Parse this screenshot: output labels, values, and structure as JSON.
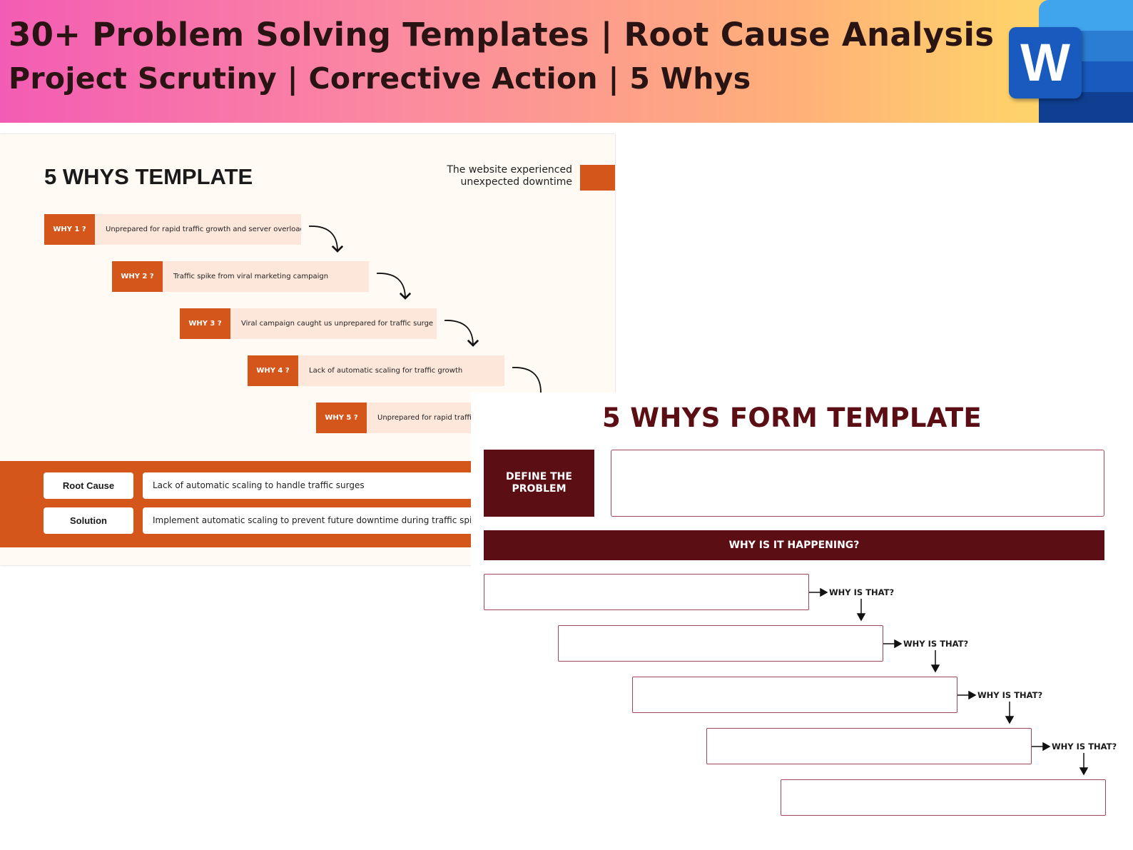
{
  "banner": {
    "line1": "30+ Problem Solving Templates | Root Cause Analysis",
    "line2": "Project Scrutiny | Corrective Action | 5 Whys",
    "logo_letter": "W",
    "logo_icon": "microsoft-word-icon",
    "colors": {
      "gradient_start": "#f35cb4",
      "gradient_end": "#fcd666",
      "word_blue": "#185abd"
    }
  },
  "template_left": {
    "title": "5 WHYS TEMPLATE",
    "problem_line1": "The website experienced",
    "problem_line2": "unexpected downtime",
    "accent_color": "#d4561a",
    "whys": [
      {
        "label": "WHY 1 ?",
        "text": "Unprepared for rapid traffic growth and server overload"
      },
      {
        "label": "WHY 2 ?",
        "text": "Traffic spike from viral marketing campaign"
      },
      {
        "label": "WHY 3 ?",
        "text": "Viral campaign caught us unprepared for traffic surge"
      },
      {
        "label": "WHY 4 ?",
        "text": "Lack of automatic scaling for traffic growth"
      },
      {
        "label": "WHY 5 ?",
        "text": "Unprepared for rapid traffic gr"
      }
    ],
    "root_cause_label": "Root Cause",
    "root_cause_value": "Lack of automatic scaling to handle traffic surges",
    "solution_label": "Solution",
    "solution_value": "Implement automatic scaling to prevent future downtime during traffic spikes"
  },
  "template_right": {
    "title": "5 WHYS FORM TEMPLATE",
    "define_label": "DEFINE THE PROBLEM",
    "happening_label": "WHY IS IT HAPPENING?",
    "why_that_label": "WHY IS THAT?",
    "accent_color": "#5b0f15"
  }
}
